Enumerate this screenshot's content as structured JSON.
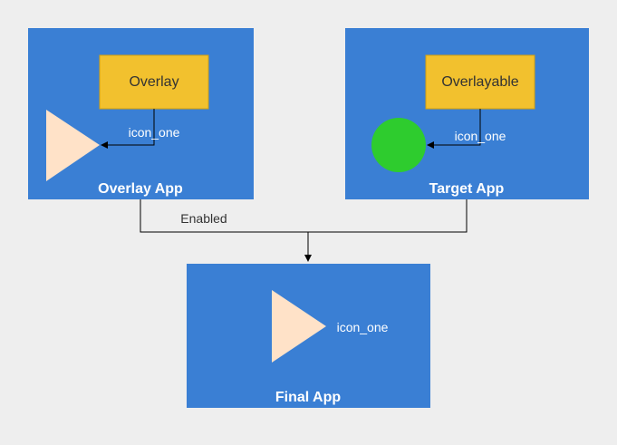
{
  "colors": {
    "background": "#eeeeee",
    "box_fill": "#3a7fd4",
    "overlay_fill": "#f2c12e",
    "overlay_stroke": "#d6a10d",
    "triangle_fill": "#ffe2c8",
    "circle_fill": "#2ecc2e",
    "connector": "#000000",
    "white_text": "#ffffff",
    "dark_text": "#333333"
  },
  "overlay_app": {
    "title": "Overlay App",
    "overlay_label": "Overlay",
    "icon_label": "icon_one",
    "icon": "triangle-icon"
  },
  "target_app": {
    "title": "Target App",
    "overlay_label": "Overlayable",
    "icon_label": "icon_one",
    "icon": "circle-icon"
  },
  "connector": {
    "label": "Enabled"
  },
  "final_app": {
    "title": "Final App",
    "icon_label": "icon_one",
    "icon": "triangle-icon"
  }
}
